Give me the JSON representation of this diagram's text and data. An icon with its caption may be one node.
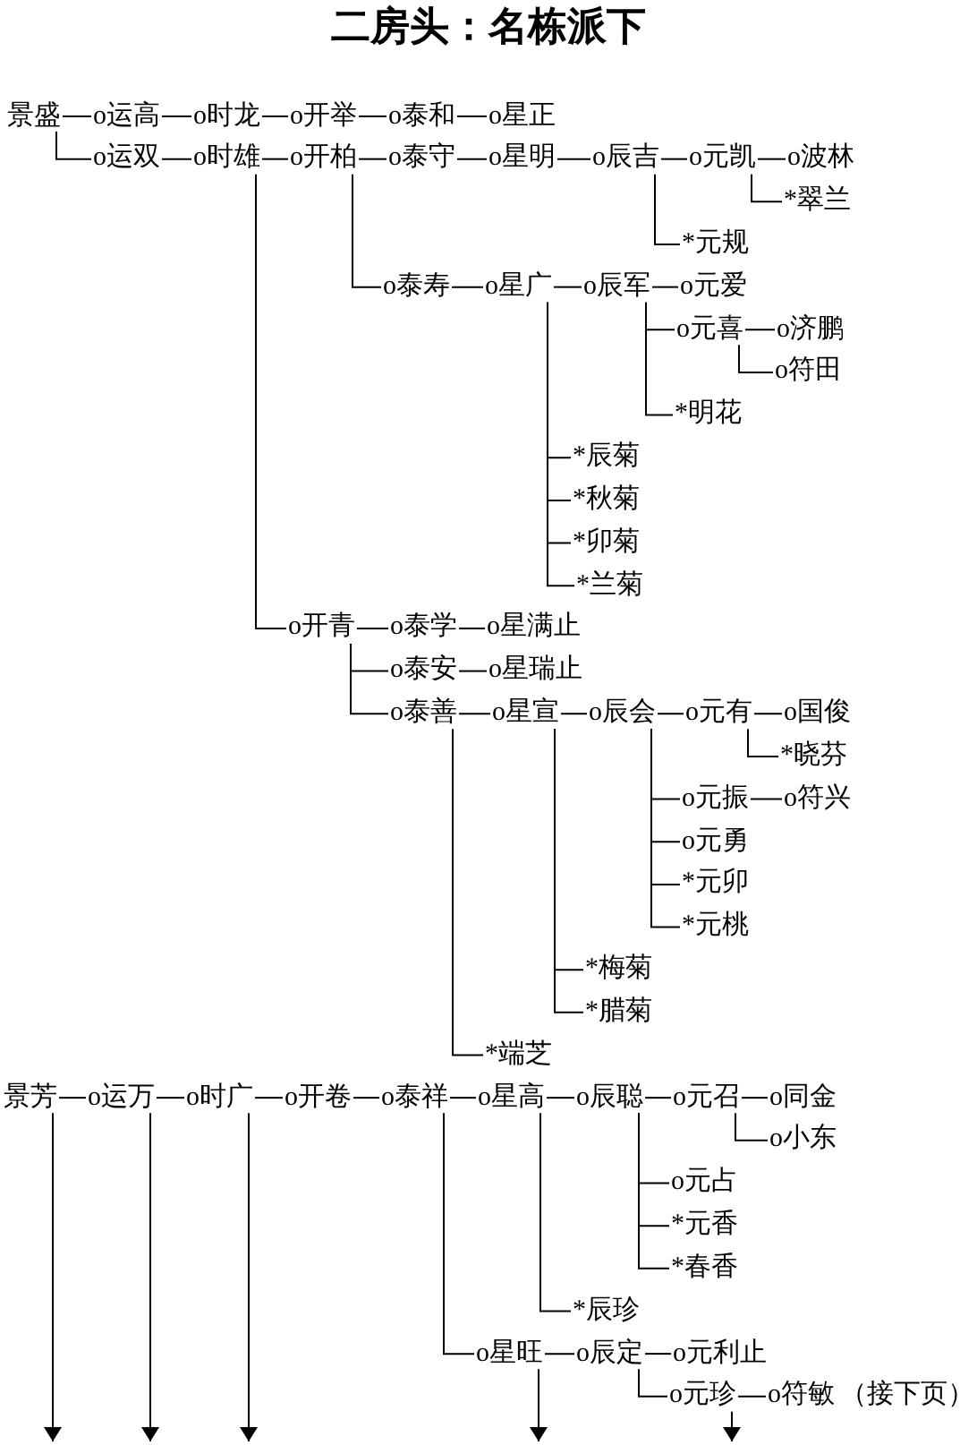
{
  "diagram": {
    "title": "二房头：名栋派下",
    "nodes": [
      {
        "text": [
          "景盛"
        ]
      },
      {
        "text": [
          "o运高"
        ]
      },
      {
        "text": [
          "o时龙"
        ]
      },
      {
        "text": [
          "o开举"
        ]
      },
      {
        "text": [
          "o泰和"
        ]
      },
      {
        "text": [
          "o星正"
        ]
      },
      {
        "text": [
          "o运双"
        ]
      },
      {
        "text": [
          "o时雄"
        ]
      },
      {
        "text": [
          "o开柏"
        ]
      },
      {
        "text": [
          "o泰守"
        ]
      },
      {
        "text": [
          "o星明"
        ]
      },
      {
        "text": [
          "o辰吉"
        ]
      },
      {
        "text": [
          "o元凯"
        ]
      },
      {
        "text": [
          "o波林"
        ]
      },
      {
        "text": [
          "*翠兰"
        ]
      },
      {
        "text": [
          "*元规"
        ]
      },
      {
        "text": [
          "o泰寿"
        ]
      },
      {
        "text": [
          "o星广"
        ]
      },
      {
        "text": [
          "o辰军"
        ]
      },
      {
        "text": [
          "o元爱"
        ]
      },
      {
        "text": [
          "o元喜"
        ]
      },
      {
        "text": [
          "o济鹏"
        ]
      },
      {
        "text": [
          "o符田"
        ]
      },
      {
        "text": [
          "*明花"
        ]
      },
      {
        "text": [
          "*辰菊"
        ]
      },
      {
        "text": [
          "*秋菊"
        ]
      },
      {
        "text": [
          "*卯菊"
        ]
      },
      {
        "text": [
          "*兰菊"
        ]
      },
      {
        "text": [
          "o开青"
        ]
      },
      {
        "text": [
          "o泰学"
        ]
      },
      {
        "text": [
          "o星满止"
        ]
      },
      {
        "text": [
          "o泰安"
        ]
      },
      {
        "text": [
          "o星瑞止"
        ]
      },
      {
        "text": [
          "o泰善"
        ]
      },
      {
        "text": [
          "o星宣"
        ]
      },
      {
        "text": [
          "o辰会"
        ]
      },
      {
        "text": [
          "o元有"
        ]
      },
      {
        "text": [
          "o国俊"
        ]
      },
      {
        "text": [
          "*晓芬"
        ]
      },
      {
        "text": [
          "o元振"
        ]
      },
      {
        "text": [
          "o符兴"
        ]
      },
      {
        "text": [
          "o元勇"
        ]
      },
      {
        "text": [
          "*元卯"
        ]
      },
      {
        "text": [
          "*元桃"
        ]
      },
      {
        "text": [
          "*梅菊"
        ]
      },
      {
        "text": [
          "*腊菊"
        ]
      },
      {
        "text": [
          "*端芝"
        ]
      },
      {
        "text": [
          "景芳"
        ]
      },
      {
        "text": [
          "o运万"
        ]
      },
      {
        "text": [
          "o时广"
        ]
      },
      {
        "text": [
          "o开卷"
        ]
      },
      {
        "text": [
          "o泰祥"
        ]
      },
      {
        "text": [
          "o星高"
        ]
      },
      {
        "text": [
          "o辰聪"
        ]
      },
      {
        "text": [
          "o元召"
        ]
      },
      {
        "text": [
          "o同金"
        ]
      },
      {
        "text": [
          "o小东"
        ]
      },
      {
        "text": [
          "o元占"
        ]
      },
      {
        "text": [
          "*元香"
        ]
      },
      {
        "text": [
          "*春香"
        ]
      },
      {
        "text": [
          "*辰珍"
        ]
      },
      {
        "text": [
          "o星旺"
        ]
      },
      {
        "text": [
          "o辰定"
        ]
      },
      {
        "text": [
          "o元利止"
        ]
      },
      {
        "text": [
          "o元珍"
        ]
      },
      {
        "text": [
          "o符敏"
        ],
        "beside": [
          "（接下页）"
        ]
      }
    ],
    "edges": [
      {
        "from": 0,
        "to": 1,
        "arrow": "none"
      },
      {
        "from": 1,
        "to": 2,
        "arrow": "none"
      },
      {
        "from": 2,
        "to": 3,
        "arrow": "none"
      },
      {
        "from": 3,
        "to": 4,
        "arrow": "none"
      },
      {
        "from": 4,
        "to": 5,
        "arrow": "none"
      },
      {
        "from": 0,
        "to": 6,
        "arrow": "none"
      },
      {
        "from": 6,
        "to": 7,
        "arrow": "none"
      },
      {
        "from": 7,
        "to": 8,
        "arrow": "none"
      },
      {
        "from": 8,
        "to": 9,
        "arrow": "none"
      },
      {
        "from": 9,
        "to": 10,
        "arrow": "none"
      },
      {
        "from": 10,
        "to": 11,
        "arrow": "none"
      },
      {
        "from": 11,
        "to": 12,
        "arrow": "none"
      },
      {
        "from": 12,
        "to": 13,
        "arrow": "none"
      },
      {
        "from": 12,
        "to": 14,
        "arrow": "none"
      },
      {
        "from": 11,
        "to": 15,
        "arrow": "none"
      },
      {
        "from": 8,
        "to": 16,
        "arrow": "none"
      },
      {
        "from": 16,
        "to": 17,
        "arrow": "none"
      },
      {
        "from": 17,
        "to": 18,
        "arrow": "none"
      },
      {
        "from": 18,
        "to": 19,
        "arrow": "none"
      },
      {
        "from": 18,
        "to": 20,
        "arrow": "none"
      },
      {
        "from": 20,
        "to": 21,
        "arrow": "none"
      },
      {
        "from": 20,
        "to": 22,
        "arrow": "none"
      },
      {
        "from": 18,
        "to": 23,
        "arrow": "none"
      },
      {
        "from": 17,
        "to": 24,
        "arrow": "none"
      },
      {
        "from": 17,
        "to": 25,
        "arrow": "none"
      },
      {
        "from": 17,
        "to": 26,
        "arrow": "none"
      },
      {
        "from": 17,
        "to": 27,
        "arrow": "none"
      },
      {
        "from": 7,
        "to": 28,
        "arrow": "none"
      },
      {
        "from": 28,
        "to": 29,
        "arrow": "none"
      },
      {
        "from": 29,
        "to": 30,
        "arrow": "none"
      },
      {
        "from": 28,
        "to": 31,
        "arrow": "none"
      },
      {
        "from": 31,
        "to": 32,
        "arrow": "none"
      },
      {
        "from": 28,
        "to": 33,
        "arrow": "none"
      },
      {
        "from": 33,
        "to": 34,
        "arrow": "none"
      },
      {
        "from": 34,
        "to": 35,
        "arrow": "none"
      },
      {
        "from": 35,
        "to": 36,
        "arrow": "none"
      },
      {
        "from": 36,
        "to": 37,
        "arrow": "none"
      },
      {
        "from": 36,
        "to": 38,
        "arrow": "none"
      },
      {
        "from": 35,
        "to": 39,
        "arrow": "none"
      },
      {
        "from": 39,
        "to": 40,
        "arrow": "none"
      },
      {
        "from": 35,
        "to": 41,
        "arrow": "none"
      },
      {
        "from": 35,
        "to": 42,
        "arrow": "none"
      },
      {
        "from": 35,
        "to": 43,
        "arrow": "none"
      },
      {
        "from": 34,
        "to": 44,
        "arrow": "none"
      },
      {
        "from": 34,
        "to": 45,
        "arrow": "none"
      },
      {
        "from": 33,
        "to": 46,
        "arrow": "none"
      },
      {
        "from": 47,
        "to": 48,
        "arrow": "none"
      },
      {
        "from": 48,
        "to": 49,
        "arrow": "none"
      },
      {
        "from": 49,
        "to": 50,
        "arrow": "none"
      },
      {
        "from": 50,
        "to": 51,
        "arrow": "none"
      },
      {
        "from": 51,
        "to": 52,
        "arrow": "none"
      },
      {
        "from": 52,
        "to": 53,
        "arrow": "none"
      },
      {
        "from": 53,
        "to": 54,
        "arrow": "none"
      },
      {
        "from": 54,
        "to": 55,
        "arrow": "none"
      },
      {
        "from": 54,
        "to": 56,
        "arrow": "none"
      },
      {
        "from": 53,
        "to": 57,
        "arrow": "none"
      },
      {
        "from": 53,
        "to": 58,
        "arrow": "none"
      },
      {
        "from": 53,
        "to": 59,
        "arrow": "none"
      },
      {
        "from": 52,
        "to": 60,
        "arrow": "none"
      },
      {
        "from": 51,
        "to": 61,
        "arrow": "none"
      },
      {
        "from": 61,
        "to": 62,
        "arrow": "none"
      },
      {
        "from": 62,
        "to": 63,
        "arrow": "none"
      },
      {
        "from": 62,
        "to": 64,
        "arrow": "none"
      },
      {
        "from": 64,
        "to": 65,
        "arrow": "none"
      },
      {
        "from": 47,
        "to": null,
        "arrow": "to"
      },
      {
        "from": 48,
        "to": null,
        "arrow": "to"
      },
      {
        "from": 49,
        "to": null,
        "arrow": "to"
      },
      {
        "from": 61,
        "to": null,
        "arrow": "to"
      },
      {
        "from": 64,
        "to": null,
        "arrow": "to"
      }
    ]
  }
}
